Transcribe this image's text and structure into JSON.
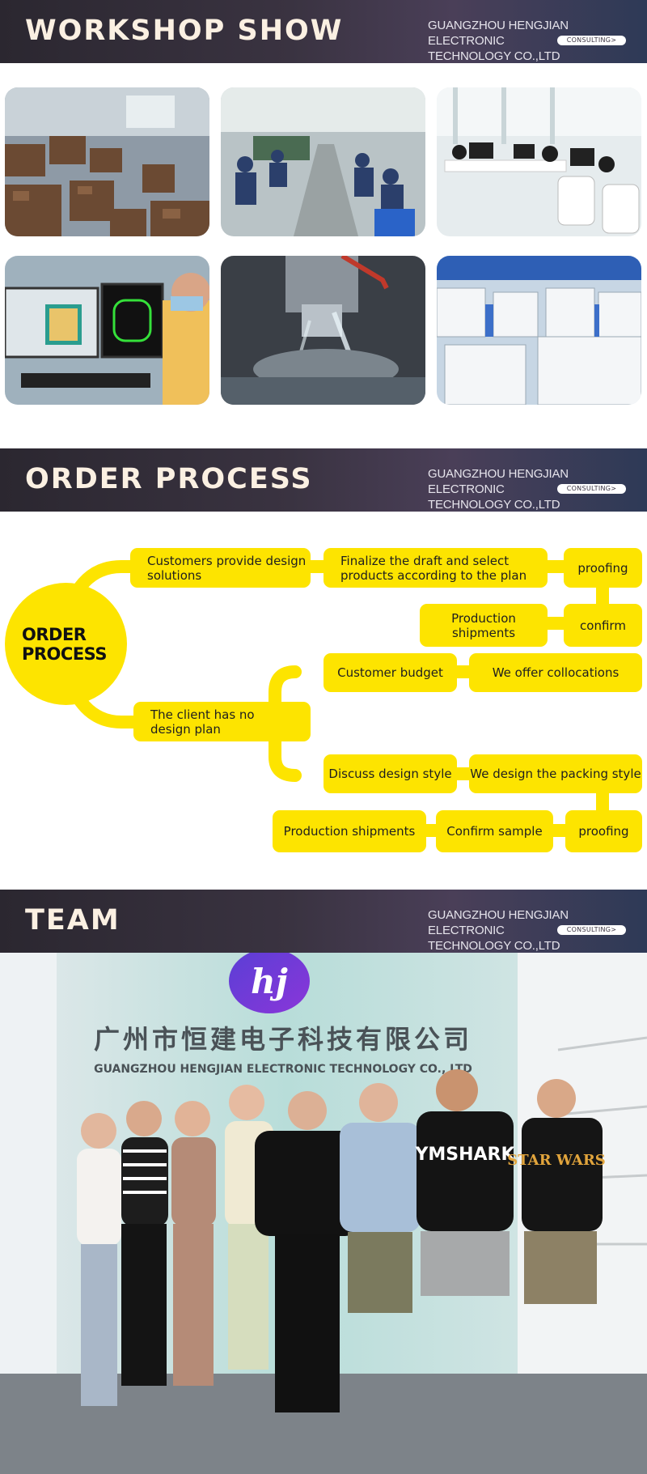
{
  "sections": {
    "workshop": {
      "title": "WORKSHOP SHOW"
    },
    "order": {
      "title": "ORDER PROCESS"
    },
    "team": {
      "title": "TEAM"
    }
  },
  "company": {
    "line1": "GUANGZHOU HENGJIAN ELECTRONIC",
    "line2": "TECHNOLOGY CO.,LTD",
    "consult_badge": "CONSULTING>"
  },
  "workshop_photos": [
    {
      "icon": "warehouse-boxes-photo"
    },
    {
      "icon": "assembly-line-workers-photo"
    },
    {
      "icon": "office-desks-photo"
    },
    {
      "icon": "design-computer-photo"
    },
    {
      "icon": "cnc-machining-photo"
    },
    {
      "icon": "injection-machines-photo"
    }
  ],
  "order_process": {
    "hub_line1": "ORDER",
    "hub_line2": "PROCESS",
    "steps": {
      "customers_provide": "Customers provide design solutions",
      "finalize_draft": "Finalize the draft and select products according to the plan",
      "proofing_top": "proofing",
      "production_shipments_top": "Production shipments",
      "confirm": "confirm",
      "customer_budget": "Customer budget",
      "we_offer": "We offer collocations",
      "no_design": "The client has no design plan",
      "discuss_style": "Discuss design style",
      "we_design": "We design the packing style",
      "production_shipments_bottom": "Production shipments",
      "confirm_sample": "Confirm sample",
      "proofing_bottom": "proofing"
    }
  },
  "team_photo": {
    "sign_cn": "广州市恒建电子科技有限公司",
    "sign_en": "GUANGZHOU HENGJIAN ELECTRONIC TECHNOLOGY CO., LTD",
    "shirt_1": "YMSHARK",
    "shirt_2": "STAR WARS"
  },
  "colors": {
    "accent_yellow": "#fde400",
    "banner_dark": "#2b2730",
    "banner_text": "#fbf0e2"
  }
}
